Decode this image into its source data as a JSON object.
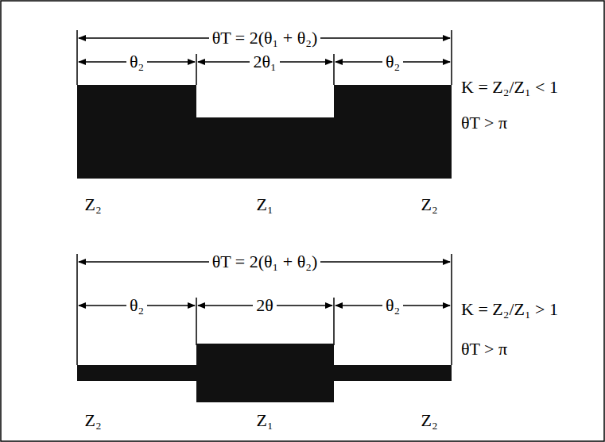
{
  "diagram": {
    "labels": [
      "θT = 2(θ₁ + θ₂)",
      "θ₂",
      "2θ₁",
      "θ₂",
      "K = Z₂/Z₁ < 1",
      "θT > π",
      "Z₂",
      "Z₁",
      "Z₂",
      "θT = 2(θ₁ + θ₂)",
      "θ₂",
      "2θ",
      "θ₂",
      "K = Z₂/Z₁ > 1",
      "θT > π",
      "Z₂",
      "Z₁",
      "Z₂"
    ]
  }
}
